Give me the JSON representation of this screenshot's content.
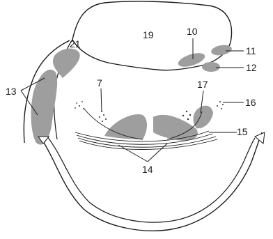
{
  "diagram": {
    "labels": {
      "l7": "7",
      "l10": "10",
      "l11": "11",
      "l12": "12",
      "l13": "13",
      "l14": "14",
      "l15": "15",
      "l16": "16",
      "l17": "17",
      "l19": "19",
      "l21": "21"
    },
    "colors": {
      "line": "#1a1a1a",
      "shade": "#9e9e9e",
      "background": "#ffffff"
    }
  }
}
